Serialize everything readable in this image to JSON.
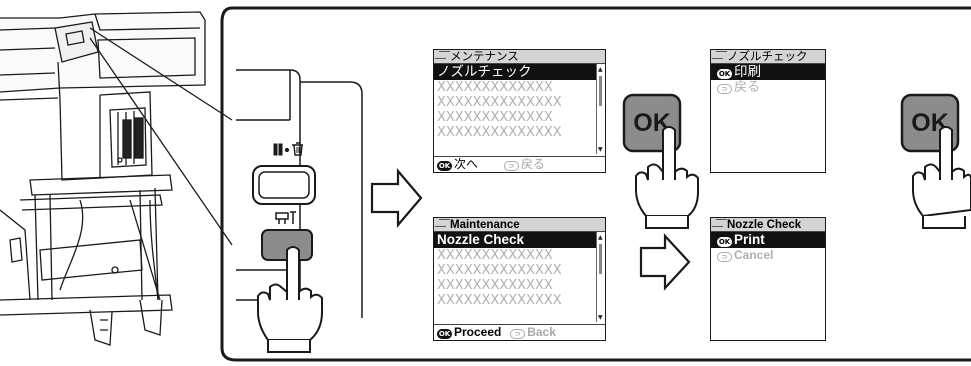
{
  "control_panel": {
    "pause_cancel_icon": "pause-cancel-icon",
    "maintenance_icon": "maintenance-icon"
  },
  "ok_button_label": "OK",
  "screens": {
    "jp_menu": {
      "title": "メンテナンス",
      "selected": "ノズルチェック",
      "items": [
        "XXXXXXXXXXXXX",
        "XXXXXXXXXXXXXX",
        "XXXXXXXXXXXXX",
        "XXXXXXXXXXXXXX"
      ],
      "footer_ok_label": "次へ",
      "footer_back_label": "戻る"
    },
    "jp_confirm": {
      "title": "ノズルチェック",
      "selected": "印刷",
      "items": [
        "戻る"
      ]
    },
    "en_menu": {
      "title": "Maintenance",
      "selected": "Nozzle Check",
      "items": [
        "XXXXXXXXXXXXX",
        "XXXXXXXXXXXXXX",
        "XXXXXXXXXXXXX",
        "XXXXXXXXXXXXXX"
      ],
      "footer_ok_label": "Proceed",
      "footer_back_label": "Back"
    },
    "en_confirm": {
      "title": "Nozzle Check",
      "selected": "Print",
      "items": [
        "Cancel"
      ]
    }
  },
  "colors": {
    "title_bar": "#d4d4d4",
    "selection": "#111111",
    "inactive_text": "#b0b0b0",
    "panel_button": "#8c8c8c"
  }
}
